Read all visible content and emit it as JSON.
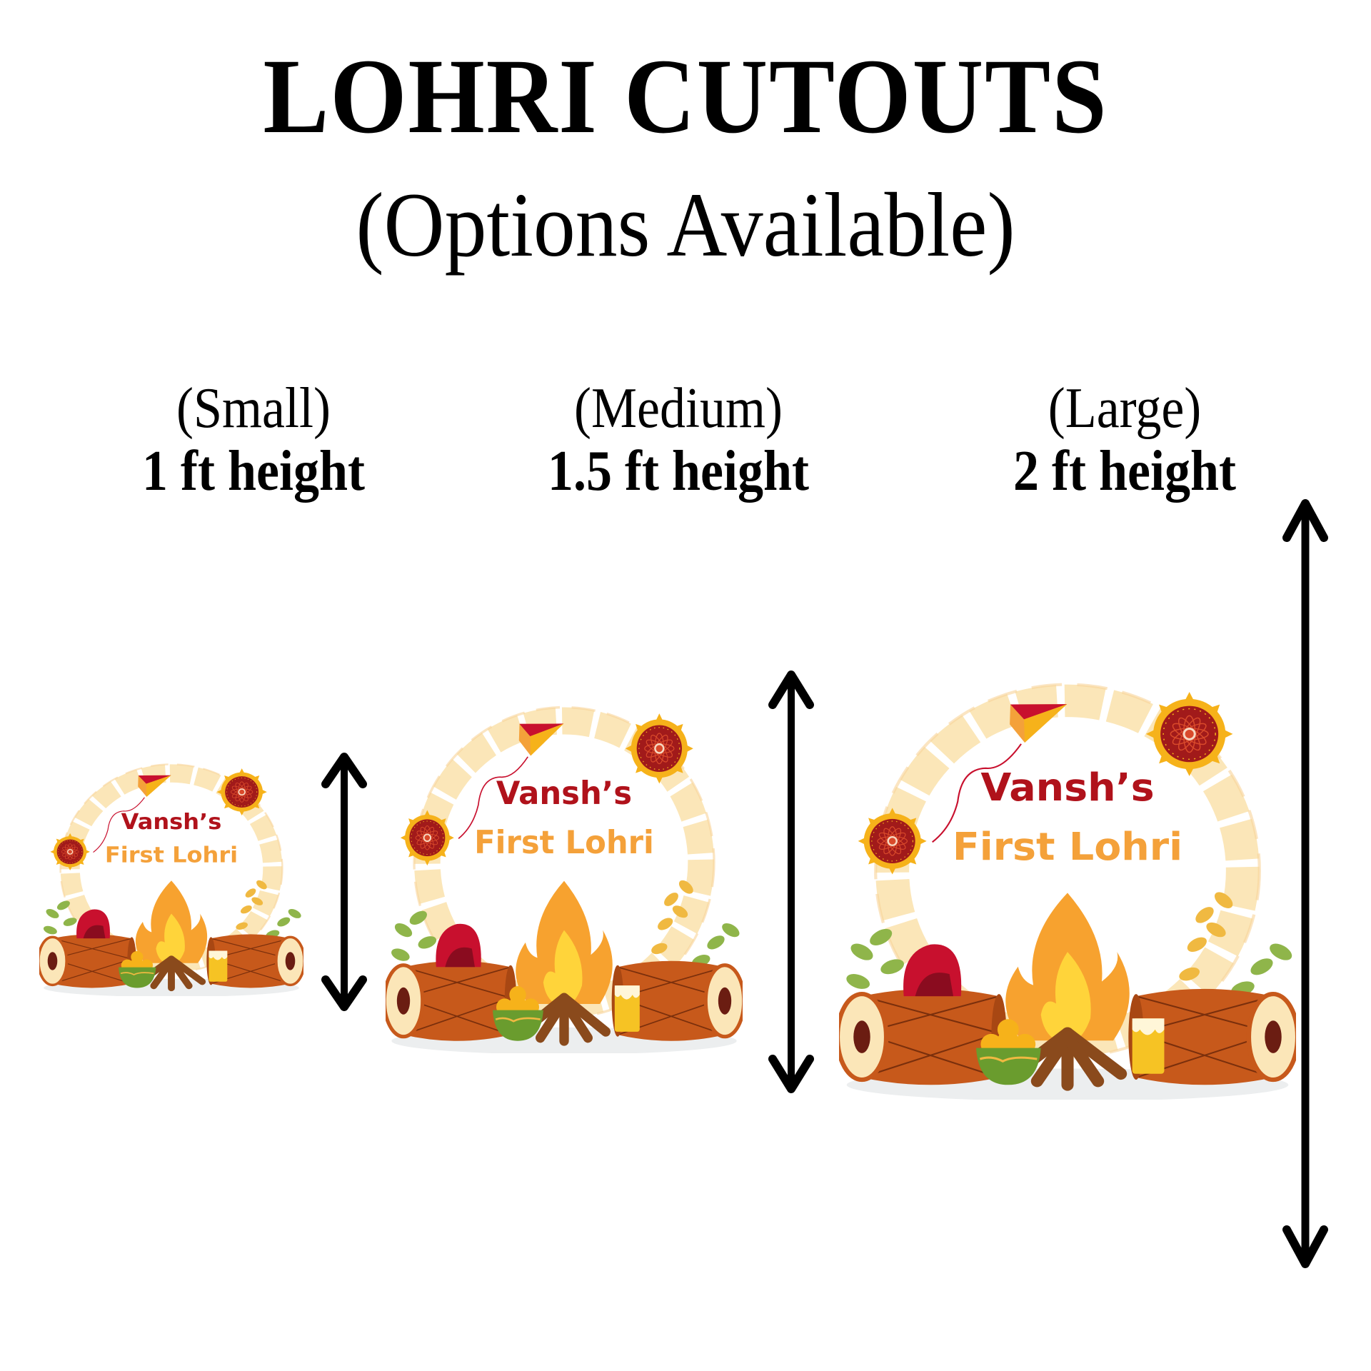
{
  "header": {
    "title": "LOHRI CUTOUTS",
    "subtitle": "(Options Available)"
  },
  "options": [
    {
      "size": "(Small)",
      "height_label": "1 ft height",
      "cutout_line1": "Vansh’s",
      "cutout_line2": "First Lohri"
    },
    {
      "size": "(Medium)",
      "height_label": "1.5 ft height",
      "cutout_line1": "Vansh’s",
      "cutout_line2": "First Lohri"
    },
    {
      "size": "(Large)",
      "height_label": "2 ft height",
      "cutout_line1": "Vansh’s",
      "cutout_line2": "First Lohri"
    }
  ],
  "colors": {
    "name_text": "#b0121b",
    "subtitle_text": "#f4a13a",
    "bunting": "#fbe6b8",
    "mandala_outer": "#f6b21a",
    "mandala_inner": "#a11a1a",
    "drum_body": "#c7591b",
    "flame": "#f7a22f",
    "turban": "#c8102e",
    "leaf_green": "#8fb54a",
    "leaf_gold": "#f0b941",
    "arrow": "#000000"
  },
  "icons": {
    "dimension_arrow": "double-headed-vertical-arrow"
  }
}
